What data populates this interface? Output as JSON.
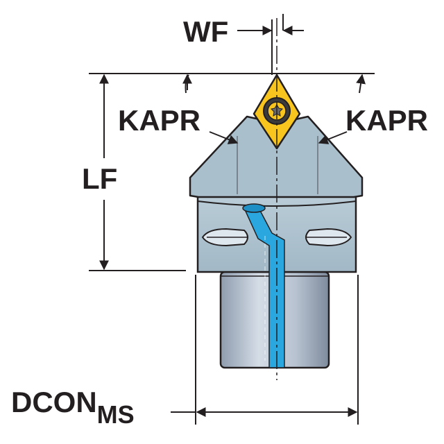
{
  "labels": {
    "wf": "WF",
    "kapr_left": "KAPR",
    "kapr_right": "KAPR",
    "lf": "LF",
    "dcon": "DCON",
    "dcon_sub": "MS"
  },
  "colors": {
    "outline": "#231f20",
    "body": "#a9bfcc",
    "body_light": "#c3d4de",
    "shank": "#b6c2d0",
    "coolant": "#2aa7df",
    "insert": "#f7c51e"
  },
  "icons": {
    "insert_screw": "torx-screw-icon"
  }
}
